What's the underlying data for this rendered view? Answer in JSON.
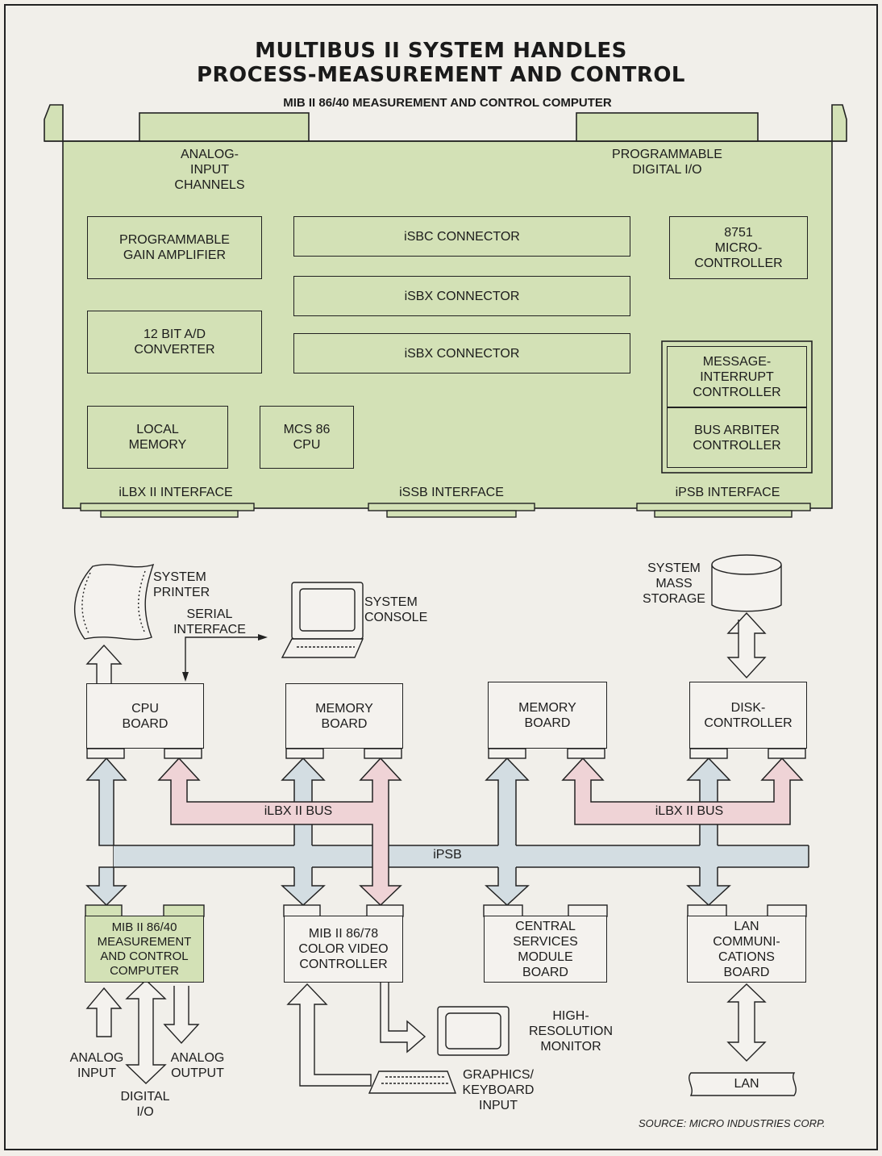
{
  "title_line1": "MULTIBUS II SYSTEM HANDLES",
  "title_line2": "PROCESS-MEASUREMENT AND CONTROL",
  "board": {
    "caption": "MIB II 86/40 MEASUREMENT AND CONTROL COMPUTER",
    "analog_input": "ANALOG-\nINPUT\nCHANNELS",
    "prog_digital_io": "PROGRAMMABLE\nDIGITAL I/O",
    "pga": "PROGRAMMABLE\nGAIN AMPLIFIER",
    "adc": "12 BIT A/D\nCONVERTER",
    "local_memory": "LOCAL\nMEMORY",
    "cpu": "MCS 86\nCPU",
    "isbc": "iSBC CONNECTOR",
    "isbx1": "iSBX CONNECTOR",
    "isbx2": "iSBX CONNECTOR",
    "microcontroller": "8751\nMICRO-\nCONTROLLER",
    "msg_interrupt": "MESSAGE-\nINTERRUPT\nCONTROLLER",
    "bus_arbiter": "BUS ARBITER\nCONTROLLER",
    "ilbx_interface": "iLBX II INTERFACE",
    "issb_interface": "iSSB INTERFACE",
    "ipsb_interface": "iPSB INTERFACE"
  },
  "system": {
    "printer": "SYSTEM\nPRINTER",
    "serial": "SERIAL\nINTERFACE",
    "console": "SYSTEM\nCONSOLE",
    "mass_storage": "SYSTEM\nMASS\nSTORAGE",
    "cpu_board": "CPU\nBOARD",
    "memory_board_1": "MEMORY\nBOARD",
    "memory_board_2": "MEMORY\nBOARD",
    "disk_controller": "DISK-\nCONTROLLER",
    "ilbx_bus_1": "iLBX II BUS",
    "ilbx_bus_2": "iLBX II BUS",
    "ipsb": "iPSB",
    "mib_8640": "MIB II 86/40\nMEASUREMENT\nAND CONTROL\nCOMPUTER",
    "mib_8678": "MIB II 86/78\nCOLOR VIDEO\nCONTROLLER",
    "central_services": "CENTRAL\nSERVICES\nMODULE\nBOARD",
    "lan_board": "LAN\nCOMMUNI-\nCATIONS\nBOARD",
    "analog_input": "ANALOG\nINPUT",
    "digital_io": "DIGITAL\nI/O",
    "analog_output": "ANALOG\nOUTPUT",
    "hires_monitor": "HIGH-\nRESOLUTION\nMONITOR",
    "graphics_input": "GRAPHICS/\nKEYBOARD\nINPUT",
    "lan": "LAN"
  },
  "source": "SOURCE: MICRO INDUSTRIES CORP.",
  "colors": {
    "board_green": "#d3e1b6",
    "bus_pink": "#efd3d6",
    "bus_blue": "#d3dde2"
  }
}
